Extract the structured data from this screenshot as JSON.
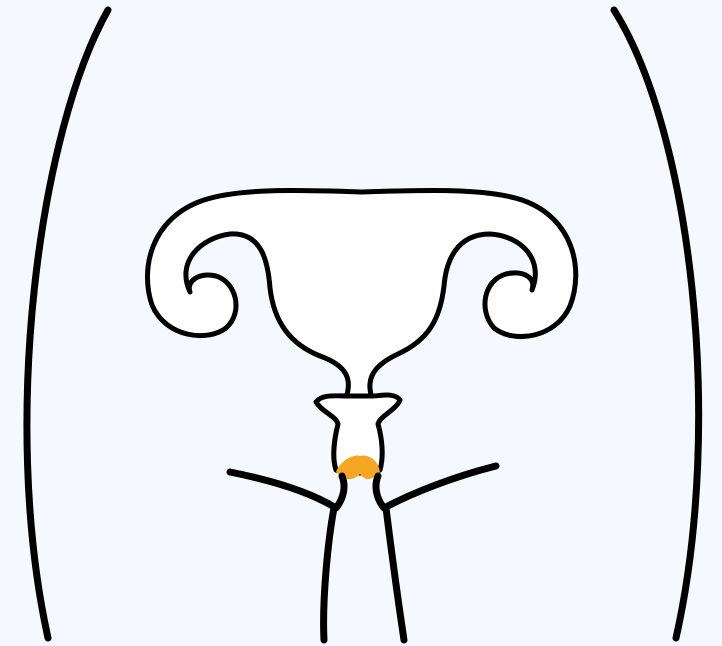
{
  "diagram": {
    "colors": {
      "background": "#f5f9fd",
      "outline": "#000000",
      "organ_fill": "#ffffff",
      "highlight": "#f5a623"
    },
    "parts": [
      "hip-outline-left",
      "hip-outline-right",
      "uterus-with-fallopian-tubes",
      "cervix",
      "highlighted-region",
      "vaginal-opening-lines",
      "leg-outlines"
    ]
  }
}
